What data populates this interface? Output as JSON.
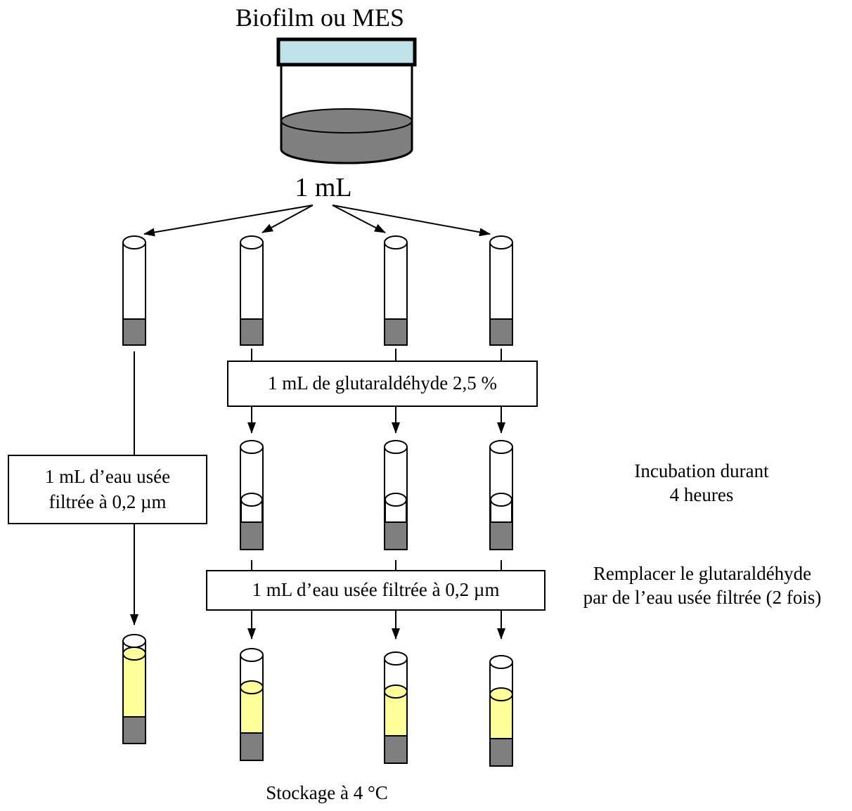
{
  "source": {
    "title": "Biofilm ou MES",
    "volume": "1 mL"
  },
  "steps": {
    "glutaraldehyde_box": "1 mL de glutaraldéhyde 2,5 %",
    "control_box_line1": "1 mL d’eau usée",
    "control_box_line2": "filtrée à 0,2 µm",
    "rinse_box": "1 mL d’eau usée filtrée à 0,2 µm"
  },
  "notes": {
    "incubation_line1": "Incubation durant",
    "incubation_line2": "4 heures",
    "replace_line1": "Remplacer le glutaraldéhyde",
    "replace_line2": "par de l’eau usée filtrée (2 fois)",
    "storage": "Stockage à 4 °C"
  },
  "colors": {
    "sample": "#7f7f7f",
    "glass_tint": "#bfe3e8",
    "preserved_liquid": "#ffff99",
    "line": "#000000"
  }
}
